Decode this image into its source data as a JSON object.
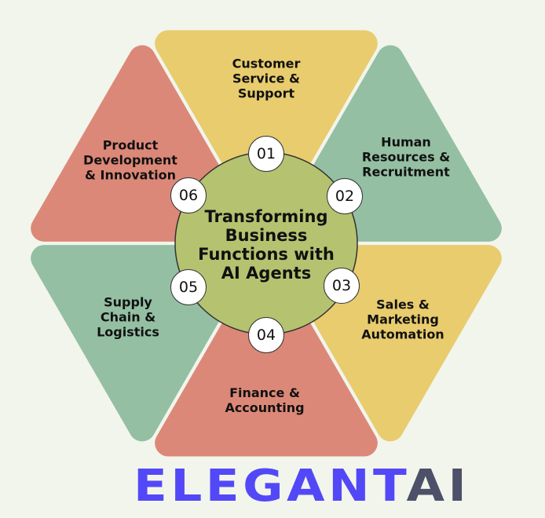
{
  "title": "Transforming Business Functions with AI Agents",
  "segments": [
    {
      "number": "01",
      "label": "Customer Service & Support",
      "color": "#e8cc6e"
    },
    {
      "number": "02",
      "label": "Human Resources & Recruitment",
      "color": "#94bfa3"
    },
    {
      "number": "03",
      "label": "Sales & Marketing Automation",
      "color": "#e8cc6e"
    },
    {
      "number": "04",
      "label": "Finance & Accounting",
      "color": "#dc8878"
    },
    {
      "number": "05",
      "label": "Supply Chain & Logistics",
      "color": "#94bfa3"
    },
    {
      "number": "06",
      "label": "Product Development & Innovation",
      "color": "#dc8878"
    }
  ],
  "center_color": "#b5c26f",
  "logo": {
    "part1": "ELEGANT",
    "part2": "AI"
  }
}
